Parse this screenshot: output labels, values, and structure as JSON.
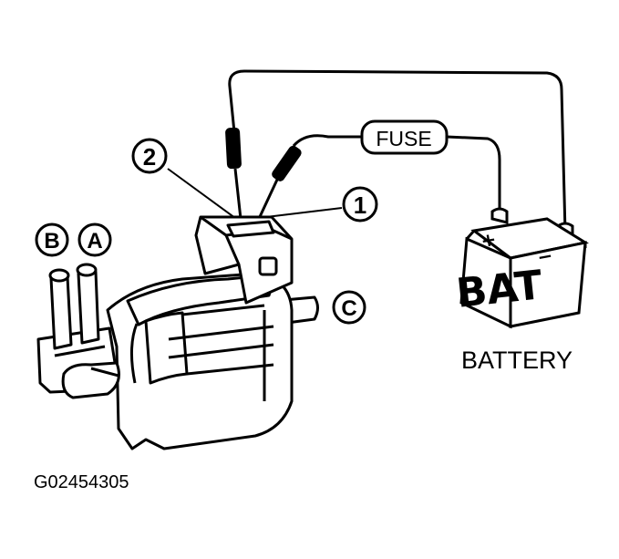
{
  "labels": {
    "fuse": "FUSE",
    "battery_caption": "BATTERY",
    "battery_body": "BAT",
    "terminal_1": "1",
    "terminal_2": "2",
    "port_a": "A",
    "port_b": "B",
    "port_c": "C",
    "figure_id": "G02454305"
  },
  "battery_terminals": {
    "positive": "+",
    "negative": "−"
  },
  "colors": {
    "ink": "#000000",
    "paper": "#ffffff"
  }
}
